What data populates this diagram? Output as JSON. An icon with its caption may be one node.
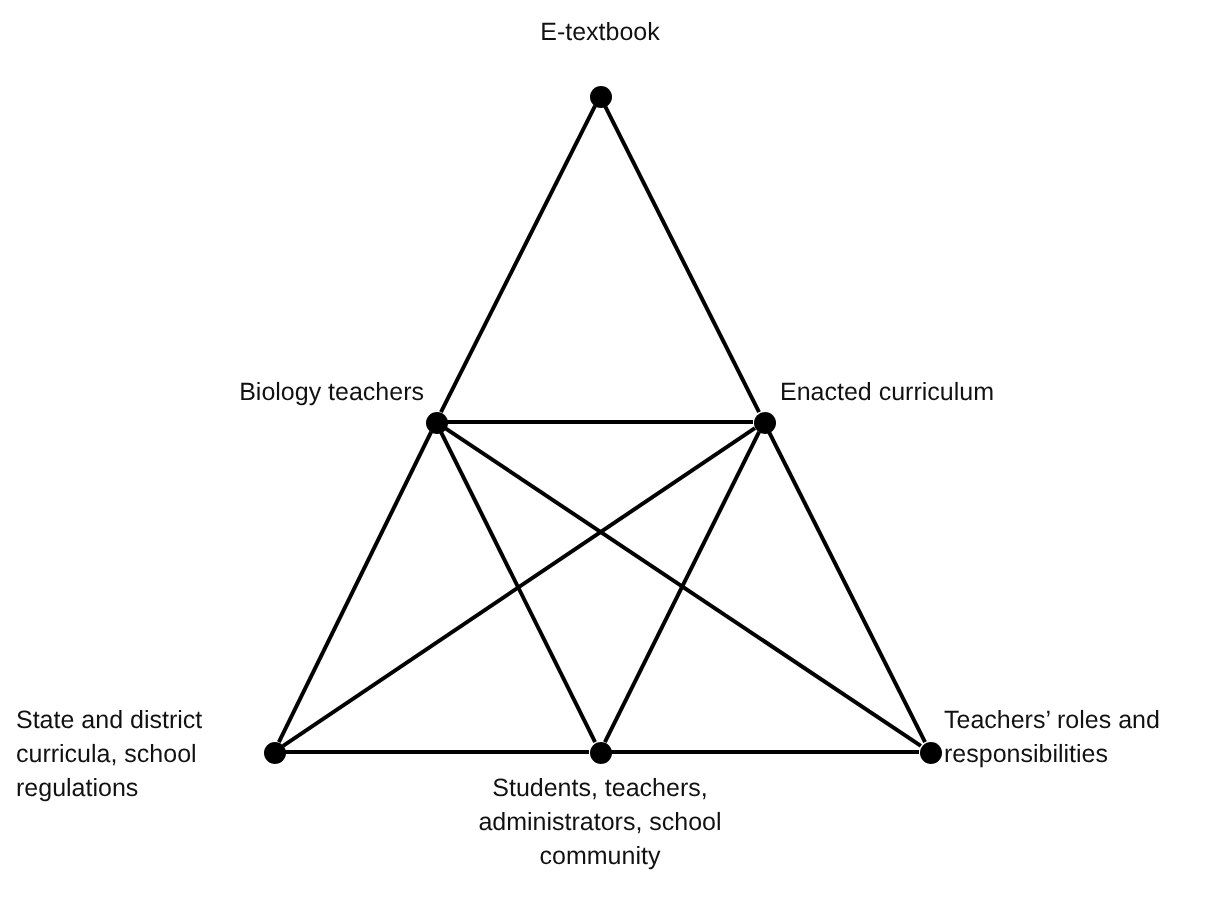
{
  "diagram": {
    "nodes": [
      {
        "text": [],
        "shape": "circle",
        "beside": [
          "E-textbook"
        ]
      },
      {
        "text": [],
        "shape": "circle",
        "beside": [
          "Biology teachers"
        ]
      },
      {
        "text": [],
        "shape": "circle",
        "beside": [
          "Enacted curriculum"
        ]
      },
      {
        "text": [],
        "shape": "circle",
        "beside": [
          "State and district curricula, school regulations"
        ]
      },
      {
        "text": [],
        "shape": "circle",
        "beside": [
          "Students, teachers, administrators, school community"
        ]
      },
      {
        "text": [],
        "shape": "circle",
        "beside": [
          "Teachers’ roles and responsibilities"
        ]
      }
    ],
    "edges": [
      {
        "from": 0,
        "to": 1,
        "arrow": "none"
      },
      {
        "from": 0,
        "to": 2,
        "arrow": "none"
      },
      {
        "from": 1,
        "to": 2,
        "arrow": "none"
      },
      {
        "from": 1,
        "to": 3,
        "arrow": "none"
      },
      {
        "from": 1,
        "to": 4,
        "arrow": "none"
      },
      {
        "from": 1,
        "to": 5,
        "arrow": "none"
      },
      {
        "from": 2,
        "to": 3,
        "arrow": "none"
      },
      {
        "from": 2,
        "to": 4,
        "arrow": "none"
      },
      {
        "from": 2,
        "to": 5,
        "arrow": "none"
      },
      {
        "from": 3,
        "to": 4,
        "arrow": "none"
      },
      {
        "from": 4,
        "to": 5,
        "arrow": "none"
      }
    ]
  }
}
